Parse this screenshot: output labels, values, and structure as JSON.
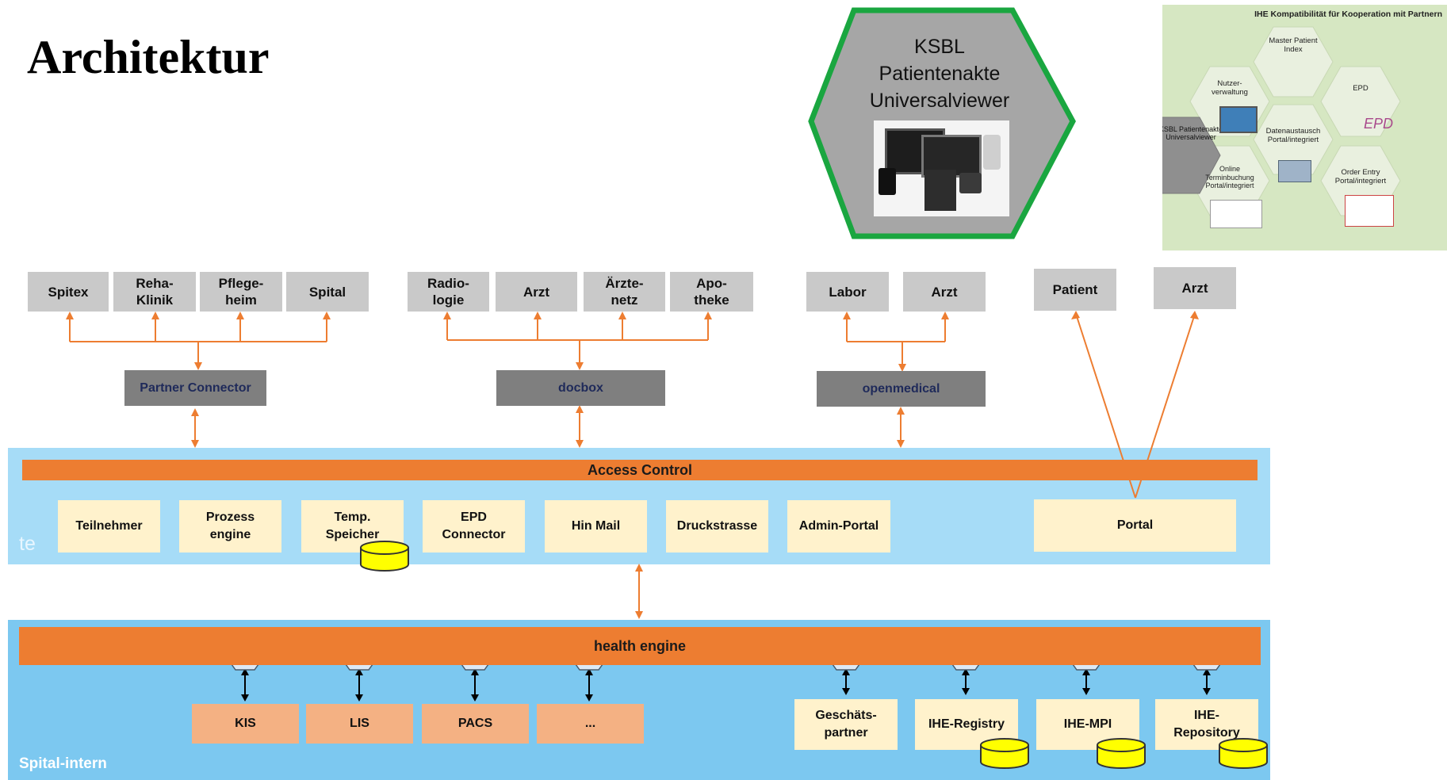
{
  "page_title": "Architektur",
  "hexagon": {
    "lines": [
      "KSBL",
      "Patientenakte",
      "Universalviewer"
    ]
  },
  "ihe_panel": {
    "title": "IHE Kompatibilität für Kooperation mit Partnern",
    "center": "KSBL Patientenakte Universalviewer",
    "cells": [
      {
        "label": "Master Patient Index"
      },
      {
        "label": "Nutzer-verwaltung"
      },
      {
        "label": "EPD"
      },
      {
        "label": "Datenaustausch Portal/integriert"
      },
      {
        "label": "Online Terminbuchung Portal/integriert"
      },
      {
        "label": "Order Entry Portal/integriert"
      }
    ],
    "epd_logo": "EPD"
  },
  "partner_groups": [
    {
      "boxes": [
        "Spitex",
        "Reha-\nKlinik",
        "Pflege-\nheim",
        "Spital"
      ],
      "connector": "Partner Connector"
    },
    {
      "boxes": [
        "Radio-\nlogie",
        "Arzt",
        "Ärzte-\nnetz",
        "Apo-\ntheke"
      ],
      "connector": "docbox"
    },
    {
      "boxes": [
        "Labor",
        "Arzt"
      ],
      "connector": "openmedical"
    }
  ],
  "portal_targets": [
    "Patient",
    "Arzt"
  ],
  "access_layer": {
    "bar": "Access Control",
    "side_label": "te",
    "modules": [
      "Teilnehmer",
      "Prozess\nengine",
      "Temp.\nSpeicher",
      "EPD\nConnector",
      "Hin Mail",
      "Druckstrasse",
      "Admin-Portal"
    ],
    "portal": "Portal"
  },
  "intern_layer": {
    "bar": "health engine",
    "label": "Spital-intern",
    "systems": [
      "KIS",
      "LIS",
      "PACS",
      "..."
    ],
    "ihe_systems": [
      "Geschäts-\npartner",
      "IHE-Registry",
      "IHE-MPI",
      "IHE-\nRepository"
    ]
  },
  "colors": {
    "orange": "#ed7d31",
    "light_blue_band": "#a6dcf7",
    "blue_band": "#7cc8f0",
    "module_fill": "#fff2cc",
    "system_fill": "#f4b183",
    "gray_box": "#c9c9c9",
    "connector_fill": "#7f7f7f",
    "hexagon_border": "#1aa640",
    "db_yellow": "#ffff00"
  }
}
